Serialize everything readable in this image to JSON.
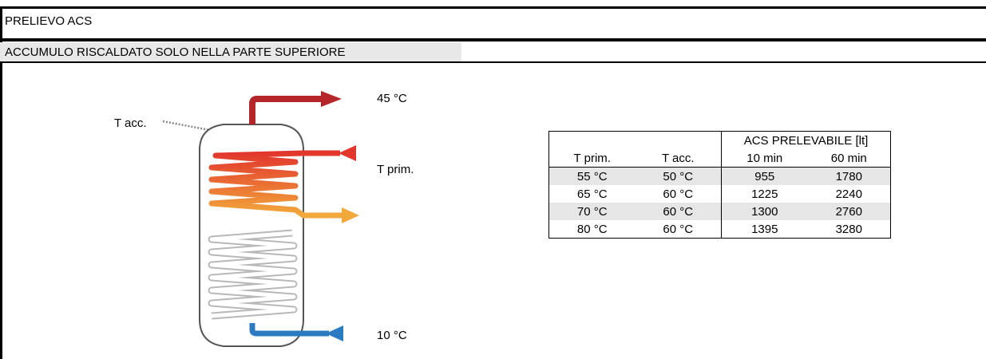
{
  "header": {
    "title": "PRELIEVO ACS"
  },
  "subheader": {
    "title": "ACCUMULO RISCALDATO SOLO NELLA PARTE SUPERIORE"
  },
  "diagram": {
    "label_tacc": "T acc.",
    "label_hot_out": "45 °C",
    "label_tprim": "T prim.",
    "label_cold_in": "10 °C",
    "colors": {
      "hot_outlet": "#b5262a",
      "coil_top": "#e2362d",
      "coil_bottom": "#f2a93b",
      "cold_inlet": "#2a7bc1",
      "tank_outline": "#555555"
    }
  },
  "table": {
    "group_header": "ACS PRELEVABILE [lt]",
    "columns": [
      "T prim.",
      "T acc.",
      "10 min",
      "60 min"
    ],
    "rows": [
      [
        "55 °C",
        "50 °C",
        "955",
        "1780"
      ],
      [
        "65 °C",
        "60 °C",
        "1225",
        "2240"
      ],
      [
        "70 °C",
        "60 °C",
        "1300",
        "2760"
      ],
      [
        "80 °C",
        "60 °C",
        "1395",
        "3280"
      ]
    ]
  }
}
